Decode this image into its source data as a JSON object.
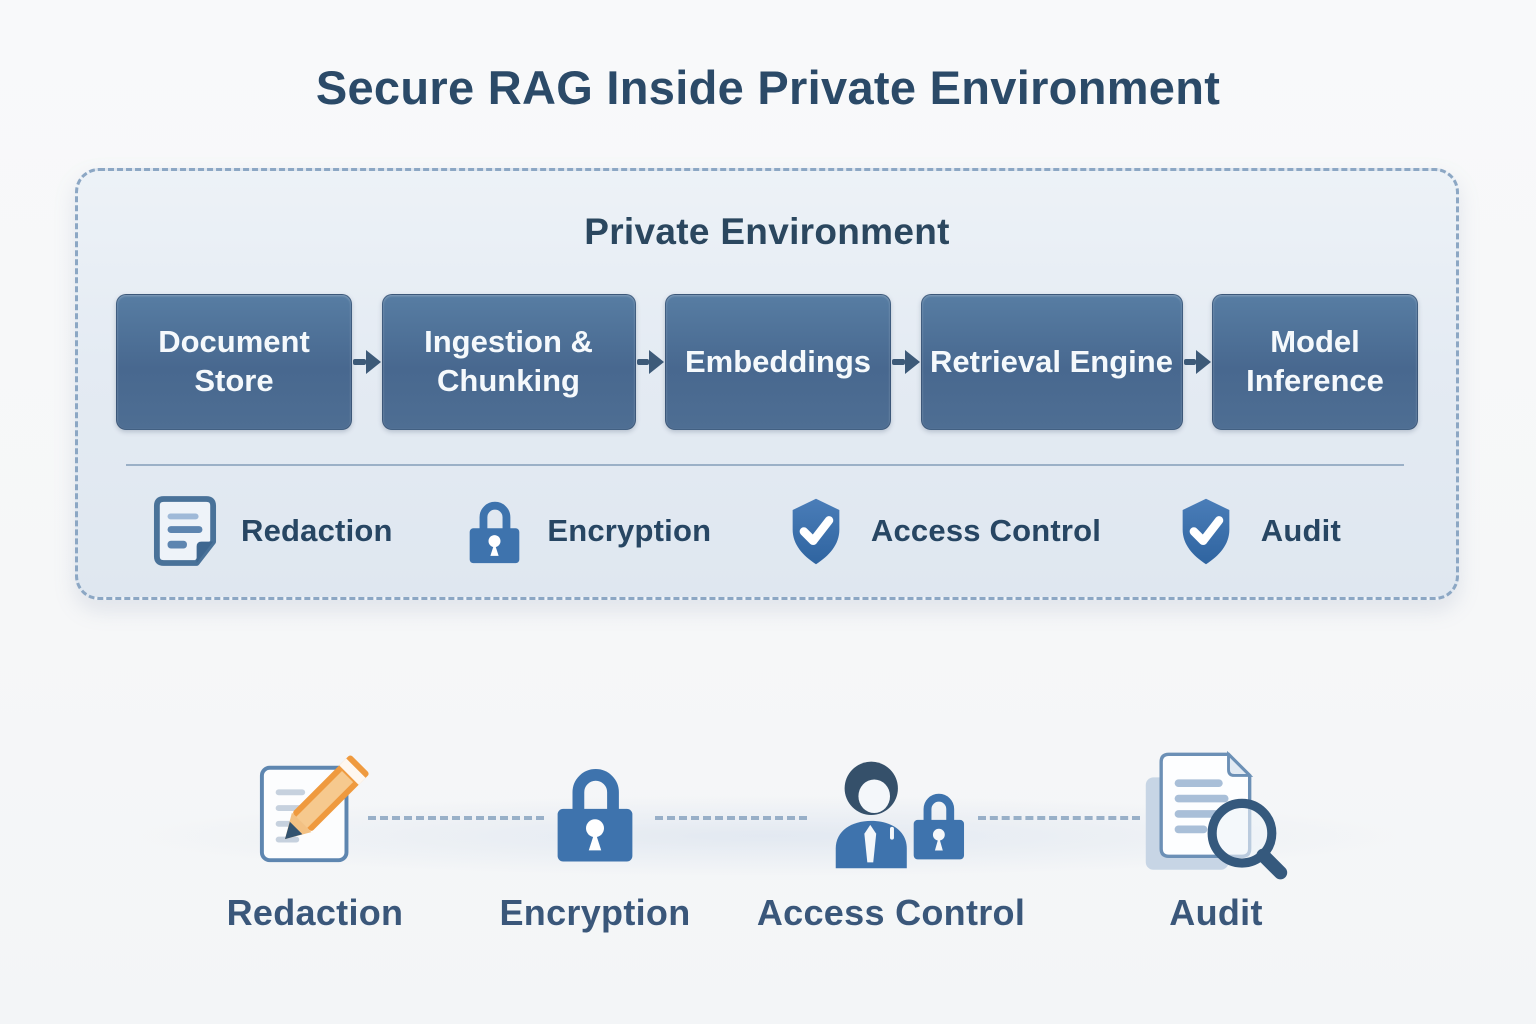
{
  "title": "Secure RAG Inside Private Environment",
  "env": {
    "label": "Private Environment",
    "flow": [
      {
        "label": "Document Store"
      },
      {
        "label": "Ingestion & Chunking"
      },
      {
        "label": "Embeddings"
      },
      {
        "label": "Retrieval Engine"
      },
      {
        "label": "Model Inference"
      }
    ],
    "features": [
      {
        "label": "Redaction",
        "icon": "document-icon"
      },
      {
        "label": "Encryption",
        "icon": "padlock-icon"
      },
      {
        "label": "Access Control",
        "icon": "shield-check-icon"
      },
      {
        "label": "Audit",
        "icon": "shield-check-icon"
      }
    ]
  },
  "bottom": {
    "features": [
      {
        "label": "Redaction",
        "icon": "document-pencil-icon"
      },
      {
        "label": "Encryption",
        "icon": "padlock-icon"
      },
      {
        "label": "Access Control",
        "icon": "user-padlock-icon"
      },
      {
        "label": "Audit",
        "icon": "document-magnifier-icon"
      }
    ]
  },
  "colors": {
    "title_navy": "#2b4a68",
    "box_blue": "#48688f",
    "container_fill": "#e4ebf3",
    "container_border": "#8ca7c4",
    "icon_blue": "#3e73ad",
    "arrow_blue": "#3d5a78",
    "pencil_orange": "#ef9a3f",
    "label_blue": "#3a577a"
  }
}
